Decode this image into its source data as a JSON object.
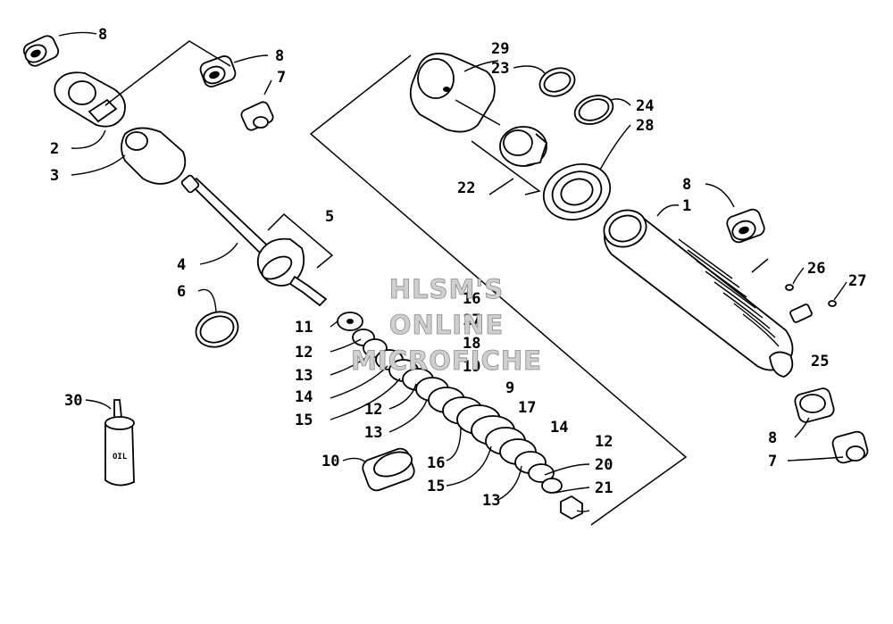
{
  "watermark": {
    "line1": "HLSM'S",
    "line2": "ONLINE",
    "line3": "MICROFICHE"
  },
  "oil_label": "OIL",
  "callouts": {
    "c8a": "8",
    "c8b": "8",
    "c7a": "7",
    "c2": "2",
    "c3": "3",
    "c5": "5",
    "c4": "4",
    "c6": "6",
    "c11": "11",
    "c12a": "12",
    "c13a": "13",
    "c14a": "14",
    "c15a": "15",
    "c16a": "16",
    "c17a": "17",
    "c18": "18",
    "c19": "19",
    "c12b": "12",
    "c13b": "13",
    "c9": "9",
    "c17b": "17",
    "c14b": "14",
    "c12c": "12",
    "c20": "20",
    "c21": "21",
    "c10": "10",
    "c16b": "16",
    "c15b": "15",
    "c13c": "13",
    "c30": "30",
    "c29": "29",
    "c23": "23",
    "c24": "24",
    "c28": "28",
    "c22": "22",
    "c8c": "8",
    "c1": "1",
    "c26": "26",
    "c27": "27",
    "c25": "25",
    "c8d": "8",
    "c7b": "7"
  }
}
